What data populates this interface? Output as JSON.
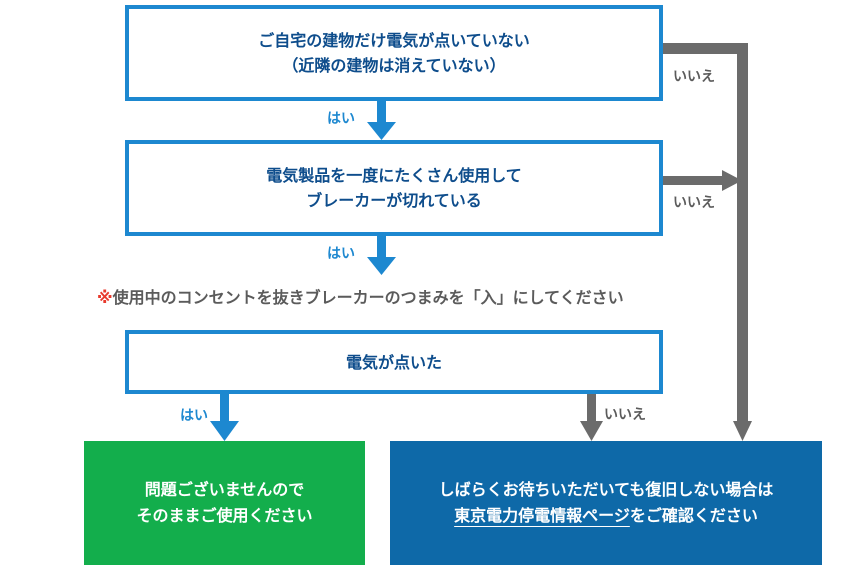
{
  "steps": {
    "q1": {
      "line1": "ご自宅の建物だけ電気が点いていない",
      "line2": "（近隣の建物は消えていない）"
    },
    "q2": {
      "line1": "電気製品を一度にたくさん使用して",
      "line2": "ブレーカーが切れている"
    },
    "q3": {
      "line1": "電気が点いた"
    }
  },
  "labels": {
    "yes": "はい",
    "no": "いいえ"
  },
  "note": {
    "mark": "※",
    "text": "使用中のコンセントを抜きブレーカーのつまみを「入」にしてください"
  },
  "results": {
    "ok": {
      "line1": "問題ございませんので",
      "line2": "そのままご使用ください"
    },
    "wait": {
      "line1": "しばらくお待ちいただいても復旧しない場合は",
      "link": "東京電力停電情報ページ",
      "line2_suffix": "をご確認ください"
    }
  },
  "colors": {
    "box_border": "#1d88d0",
    "box_text": "#0e4d8c",
    "yes_arrow": "#1d88d0",
    "no_arrow": "#6b6b6b",
    "result_green": "#13ae4c",
    "result_blue": "#0e69a8",
    "note_mark": "#e8392c"
  }
}
